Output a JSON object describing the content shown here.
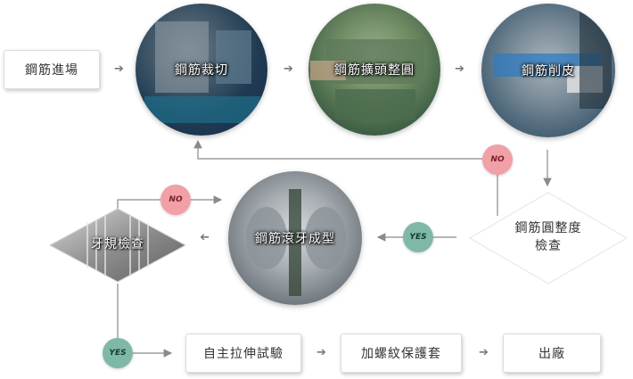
{
  "flow": {
    "start": "鋼筋進場",
    "cut": "鋼筋裁切",
    "upset": "鋼筋擴頭整圓",
    "peel": "鋼筋削皮",
    "check_round": [
      "鋼筋圓整度",
      "檢查"
    ],
    "roll": "鋼筋滾牙成型",
    "thread_check": "牙規檢查",
    "self_test": "自主拉伸試驗",
    "add_sleeve": "加螺紋保護套",
    "ship": "出廠"
  },
  "decisions": {
    "no_label": "NO",
    "yes_label": "YES"
  },
  "colors": {
    "no_badge": "#f0a0a6",
    "yes_badge": "#7fb8a8",
    "connector": "#8a8a8a"
  }
}
